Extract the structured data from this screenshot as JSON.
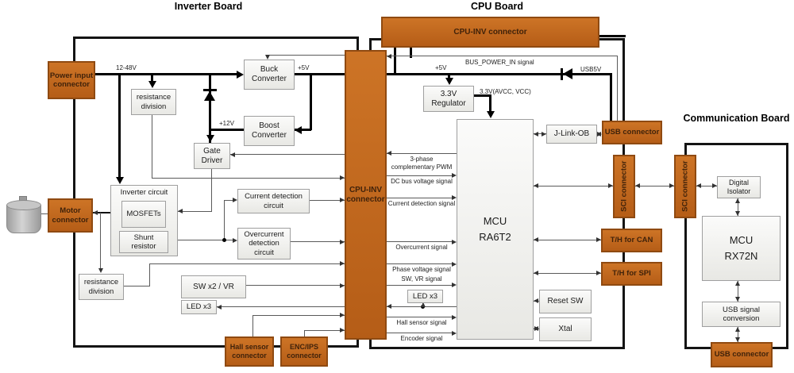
{
  "titles": {
    "inverter": "Inverter Board",
    "cpu": "CPU Board",
    "comm": "Communication Board"
  },
  "connectors": {
    "power": "Power input connector",
    "motor": "Motor connector",
    "cpu_inv_vertical": "CPU-INV connector",
    "cpu_inv_horizontal": "CPU-INV connector",
    "hall": "Hall sensor connector",
    "enc_ips": "ENC/IPS connector",
    "usb_cpu": "USB connector",
    "sci_cpu": "SCI connector",
    "th_can": "T/H for CAN",
    "th_spi": "T/H for SPI",
    "sci_comm": "SCI connector",
    "usb_comm": "USB connector"
  },
  "blocks": {
    "resistance_division_top": "resistance division",
    "buck": "Buck Converter",
    "boost": "Boost Converter",
    "gate_driver": "Gate Driver",
    "inverter_circuit": "Inverter circuit",
    "mosfets": "MOSFETs",
    "shunt_resistor": "Shunt resistor",
    "current_detection": "Current detection circuit",
    "overcurrent_detection": "Overcurrent detection circuit",
    "resistance_division_bottom": "resistance division",
    "sw_vr": "SW x2 / VR",
    "led_inverter": "LED x3",
    "regulator": "3.3V Regulator",
    "mcu_cpu_line1": "MCU",
    "mcu_cpu_line2": "RA6T2",
    "jlink": "J-Link-OB",
    "led_cpu": "LED x3",
    "reset_sw": "Reset SW",
    "xtal": "Xtal",
    "digital_isolator": "Digital Isolator",
    "mcu_comm_line1": "MCU",
    "mcu_comm_line2": "RX72N",
    "usb_signal_conversion": "USB signal conversion"
  },
  "labels": {
    "v_in": "12-48V",
    "v5_inv": "+5V",
    "v12": "+12V",
    "v5_cpu": "+5V",
    "bus_power": "BUS_POWER_IN signal",
    "v33": "3.3V(AVCC, VCC)",
    "usb5v": "USB5V"
  },
  "signals": {
    "pwm_line1": "3-phase",
    "pwm_line2": "complementary PWM",
    "dc_bus": "DC bus voltage signal",
    "current": "Current detection signal",
    "overcurrent": "Overcurrent signal",
    "phase_voltage": "Phase voltage signal",
    "sw_vr": "SW, VR signal",
    "hall": "Hall sensor signal",
    "encoder": "Encoder signal"
  },
  "colors": {
    "connector_orange": "#c2671e",
    "connector_border": "#8f4a11",
    "block_bg": "#f4f4f1",
    "board_border": "#141414",
    "power_line": "#000000",
    "signal_line": "#5a5a5a"
  }
}
